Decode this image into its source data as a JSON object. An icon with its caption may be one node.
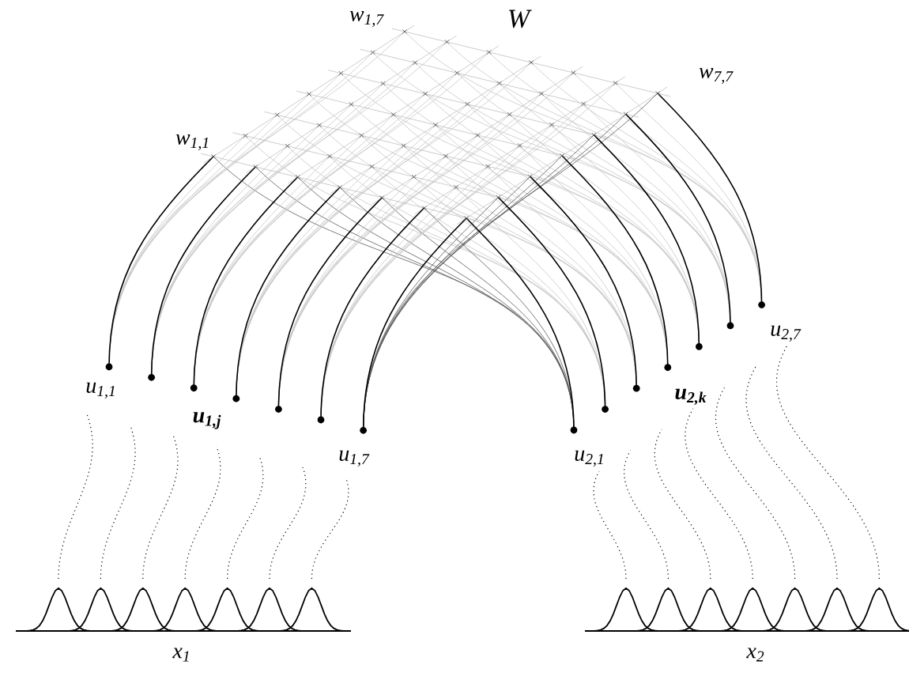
{
  "diagram": {
    "labels": [
      "w$_{1,7}$",
      "W",
      "w$_{7,7}$",
      "w$_{1,1}$",
      "u$_{2,7}$",
      "u$_{1,1}$",
      "u$_{2,k}$",
      "u$_{1,j}$",
      "u$_{1,7}$",
      "u$_{2,1}$",
      "x$_{1}$",
      "x$_{2}$"
    ]
  }
}
